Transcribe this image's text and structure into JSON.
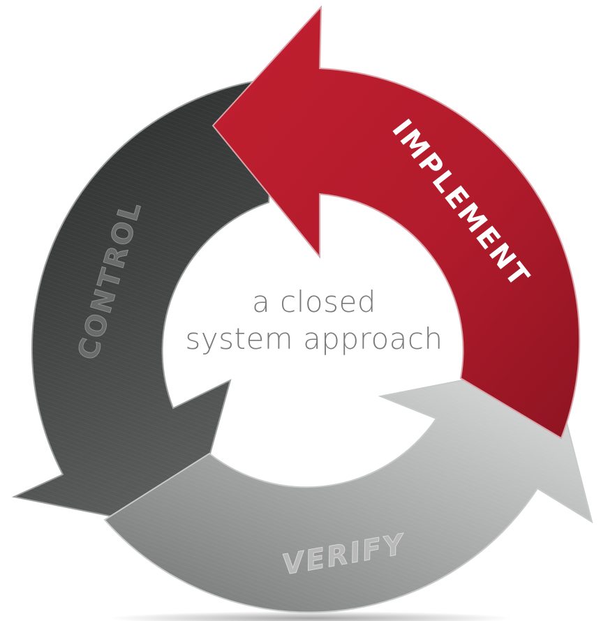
{
  "center": {
    "line1": "a closed",
    "line2": "system approach"
  },
  "stages": {
    "implement": {
      "label": "IMPLEMENT",
      "color": "#b51c2c"
    },
    "control": {
      "label": "CONTROL",
      "color": "#3d3f3e"
    },
    "verify": {
      "label": "VERIFY",
      "color": "#a9aaaa"
    }
  }
}
